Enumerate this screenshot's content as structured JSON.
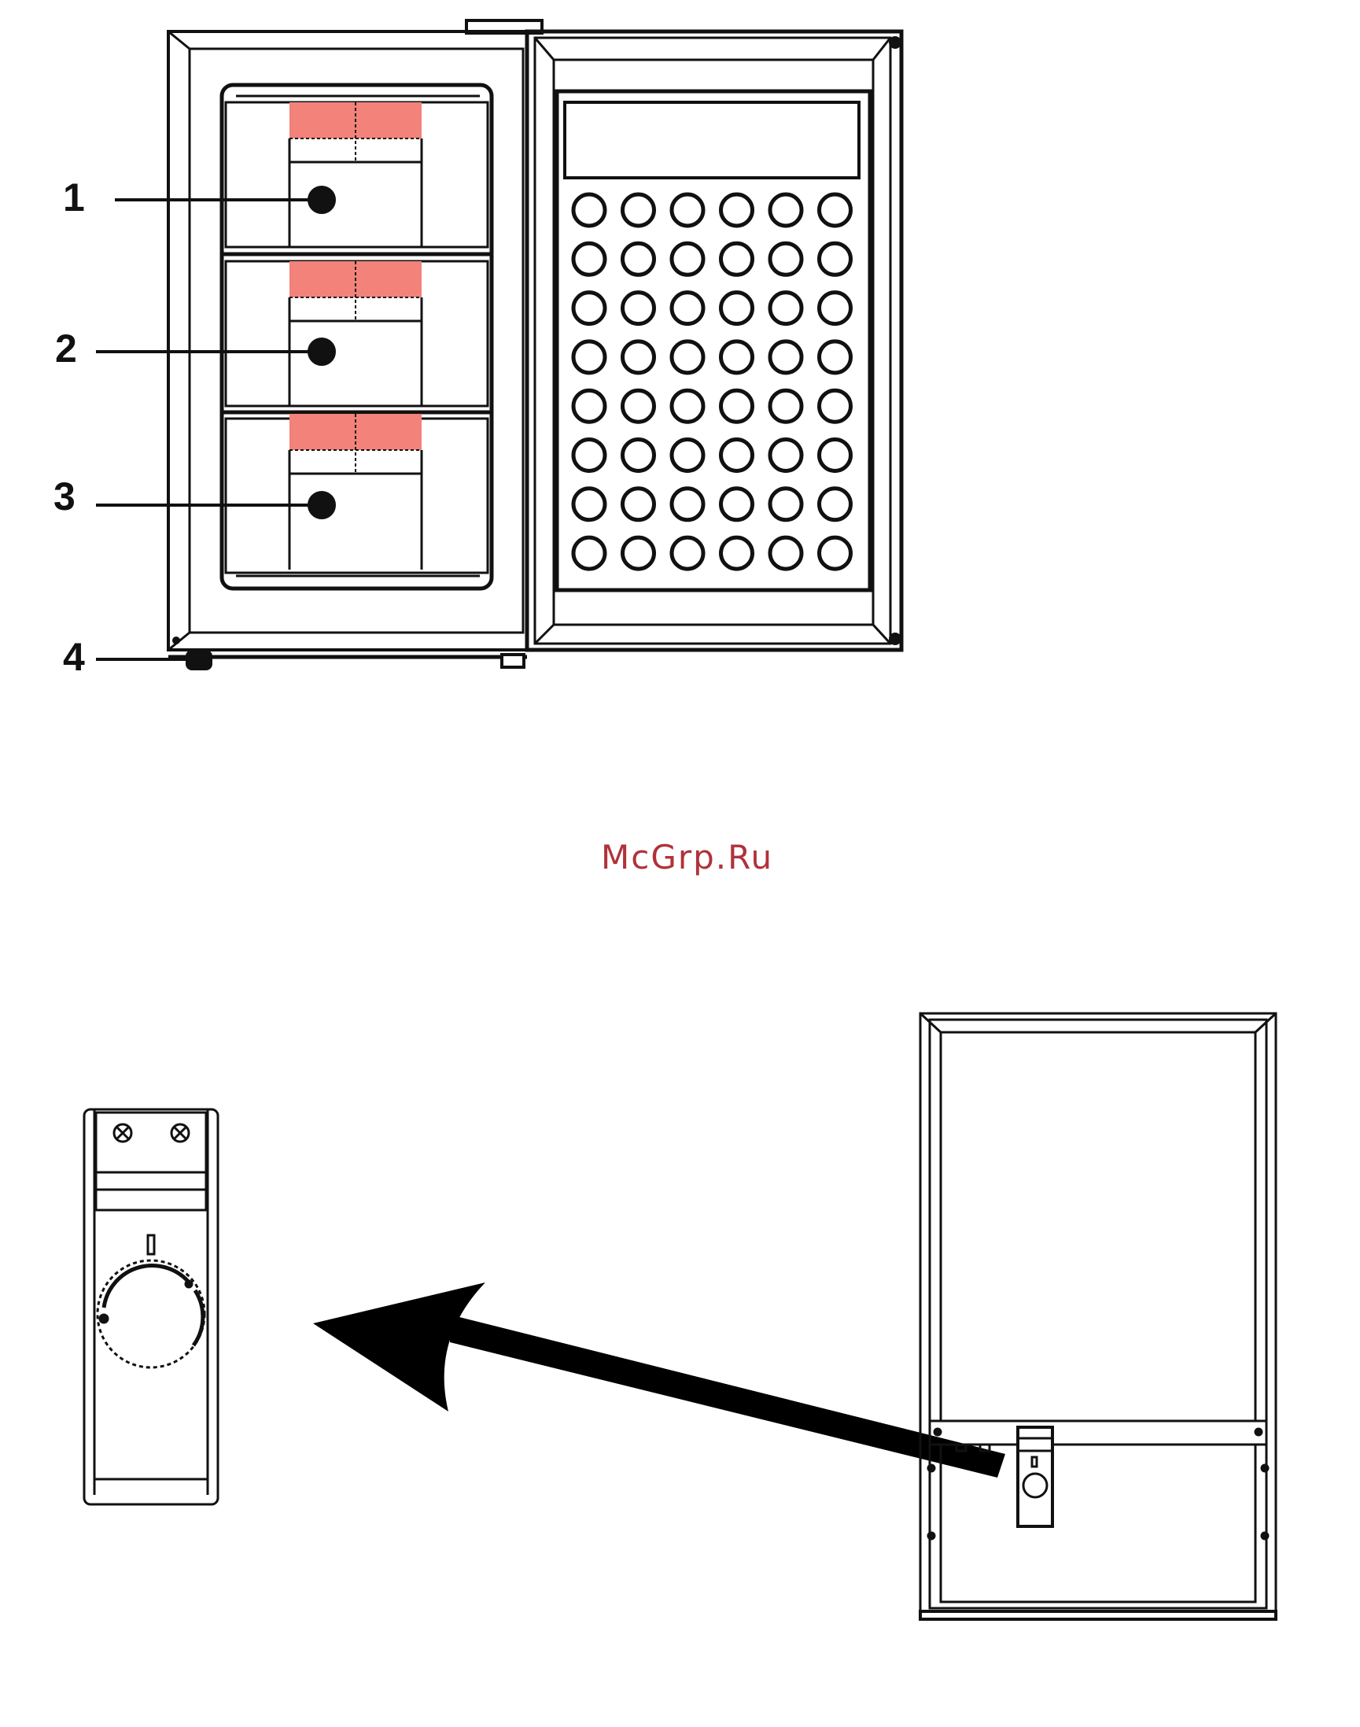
{
  "watermark": "McGrp.Ru",
  "callouts": [
    {
      "label": "1",
      "part": "shelf"
    },
    {
      "label": "2",
      "part": "shelf"
    },
    {
      "label": "3",
      "part": "shelf"
    },
    {
      "label": "4",
      "part": "adjustable-foot"
    }
  ],
  "door_rack": {
    "rows": 8,
    "cols": 6
  },
  "colors": {
    "line": "#111111",
    "shelf_tag": "#f2827a",
    "watermark": "#b0323a"
  }
}
